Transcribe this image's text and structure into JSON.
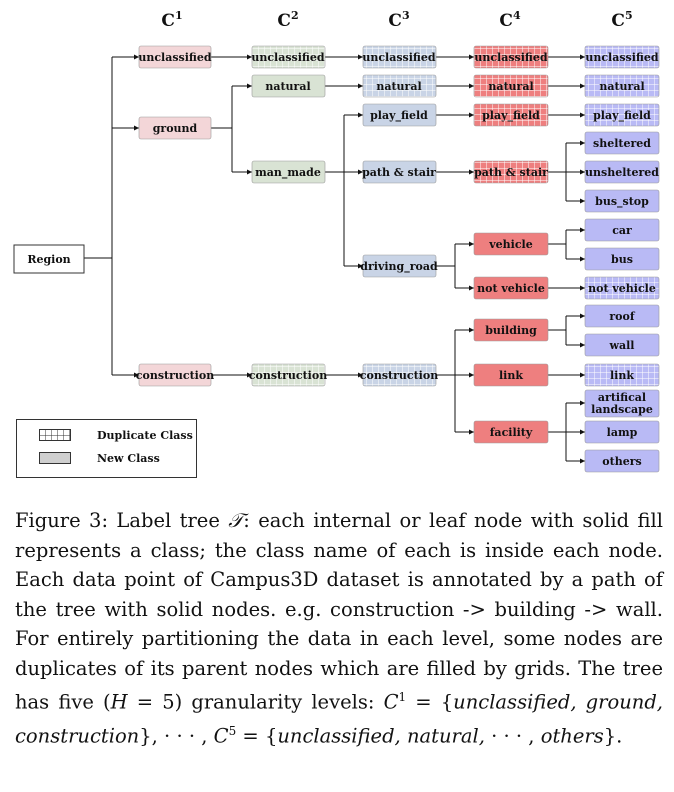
{
  "levels": [
    "C1",
    "C2",
    "C3",
    "C4",
    "C5"
  ],
  "legend": {
    "duplicate_label": "Duplicate Class",
    "new_label": "New Class"
  },
  "colors": {
    "c1": "#f3d6d8",
    "c2": "#d9e3d4",
    "c3": "#c9d4e6",
    "c4": "#ee7f7f",
    "c5": "#b9baf5"
  },
  "nodes": {
    "region": "Region",
    "c1_unclassified": "unclassified",
    "c1_ground": "ground",
    "c1_construction": "construction",
    "c2_unclassified": "unclassified",
    "c2_natural": "natural",
    "c2_man_made": "man_made",
    "c2_construction": "construction",
    "c3_unclassified": "unclassified",
    "c3_natural": "natural",
    "c3_play_field": "play_field",
    "c3_path_stair": "path & stair",
    "c3_driving_road": "driving_road",
    "c3_construction": "construction",
    "c4_unclassified": "unclassified",
    "c4_natural": "natural",
    "c4_play_field": "play_field",
    "c4_path_stair": "path & stair",
    "c4_vehicle": "vehicle",
    "c4_not_vehicle": "not vehicle",
    "c4_building": "building",
    "c4_link": "link",
    "c4_facility": "facility",
    "c5_unclassified": "unclassified",
    "c5_natural": "natural",
    "c5_play_field": "play_field",
    "c5_sheltered": "sheltered",
    "c5_unsheltered": "unsheltered",
    "c5_bus_stop": "bus_stop",
    "c5_car": "car",
    "c5_bus": "bus",
    "c5_not_vehicle": "not vehicle",
    "c5_roof": "roof",
    "c5_wall": "wall",
    "c5_link": "link",
    "c5_artificial_line1": "artifical",
    "c5_artificial_line2": "landscape",
    "c5_lamp": "lamp",
    "c5_others": "others"
  },
  "caption": {
    "p1": "Figure 3: Label tree ",
    "p2": "𝒯",
    "p3": ": each internal or leaf node with solid fill represents a class; the class name of each is inside each node. Each data point of Campus3D dataset is annotated by a path of the tree with solid nodes. e.g. construction -> building -> wall. For entirely partitioning the data in each level, some nodes are duplicates of its parent nodes which are filled by grids. The tree has five (",
    "p4": "H",
    "p5": " = 5) granularity levels: ",
    "p6": "C",
    "p6sup": "1",
    "p7": " = {",
    "p8": "unclassified, ground, construction",
    "p9": "}, · · · , ",
    "p10": "C",
    "p10sup": "5",
    "p11": " = {",
    "p12": "unclassified, natural,",
    "p13": " · · · , ",
    "p14": "others",
    "p15": "}."
  }
}
